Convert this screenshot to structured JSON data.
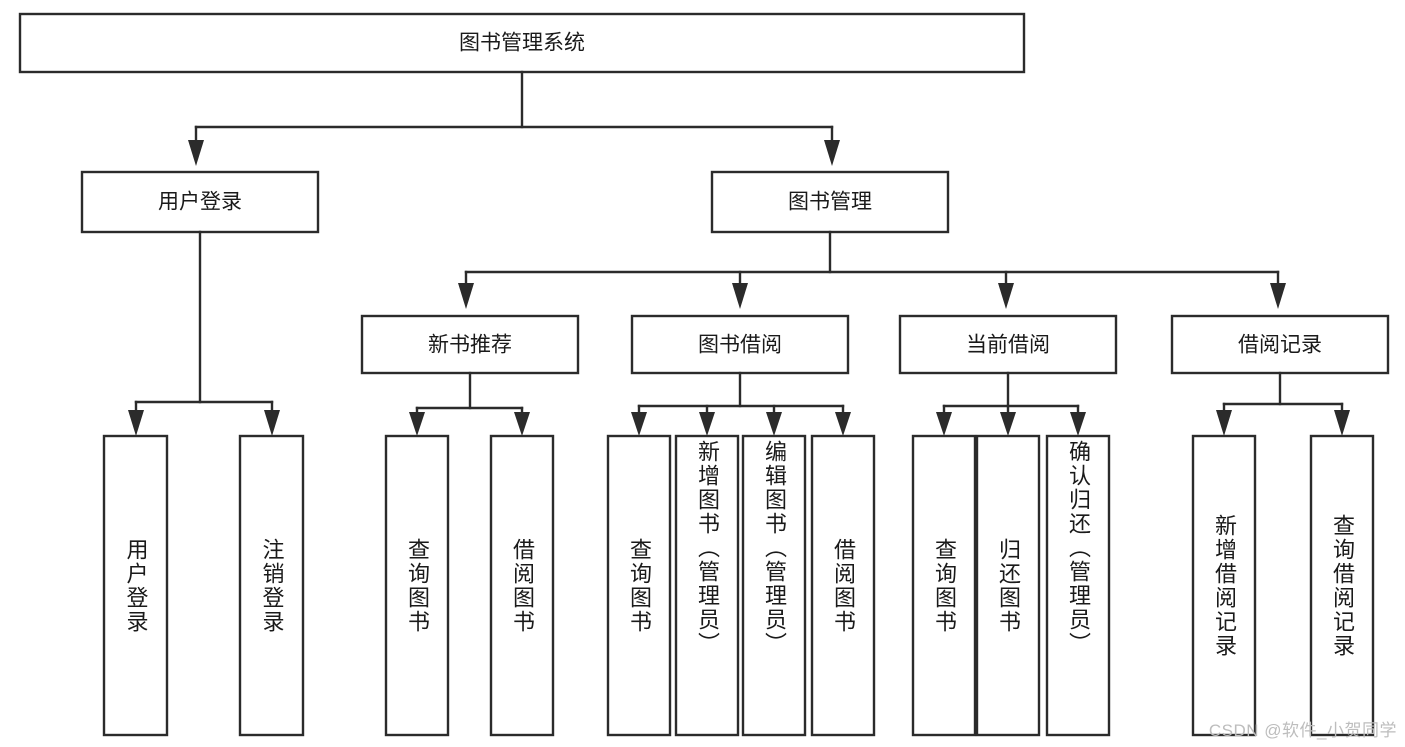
{
  "diagram": {
    "title": "图书管理系统",
    "type": "tree-hierarchy",
    "watermark": "CSDN @软件_小贺同学",
    "colors": {
      "stroke": "#2b2b2b",
      "fill": "#ffffff",
      "text": "#1a1a1a",
      "watermark": "#bdbdbd"
    },
    "root": {
      "label": "图书管理系统"
    },
    "level2": [
      {
        "id": "user-login",
        "label": "用户登录"
      },
      {
        "id": "book-management",
        "label": "图书管理"
      }
    ],
    "level3": [
      {
        "id": "new-book-recommend",
        "label": "新书推荐",
        "parent": "book-management"
      },
      {
        "id": "book-borrow",
        "label": "图书借阅",
        "parent": "book-management"
      },
      {
        "id": "current-borrow",
        "label": "当前借阅",
        "parent": "book-management"
      },
      {
        "id": "borrow-record",
        "label": "借阅记录",
        "parent": "book-management"
      }
    ],
    "leaves": [
      {
        "id": "leaf-user-login",
        "label": "用户登录",
        "parent": "user-login"
      },
      {
        "id": "leaf-user-logout",
        "label": "注销登录",
        "parent": "user-login"
      },
      {
        "id": "leaf-query-book-1",
        "label": "查询图书",
        "parent": "new-book-recommend"
      },
      {
        "id": "leaf-borrow-book-1",
        "label": "借阅图书",
        "parent": "new-book-recommend"
      },
      {
        "id": "leaf-query-book-2",
        "label": "查询图书",
        "parent": "book-borrow"
      },
      {
        "id": "leaf-add-book",
        "label": "新增图书（管理员）",
        "parent": "book-borrow"
      },
      {
        "id": "leaf-edit-book",
        "label": "编辑图书（管理员）",
        "parent": "book-borrow"
      },
      {
        "id": "leaf-borrow-book-2",
        "label": "借阅图书",
        "parent": "book-borrow"
      },
      {
        "id": "leaf-query-book-3",
        "label": "查询图书",
        "parent": "current-borrow"
      },
      {
        "id": "leaf-return-book",
        "label": "归还图书",
        "parent": "current-borrow"
      },
      {
        "id": "leaf-confirm-return",
        "label": "确认归还（管理员）",
        "parent": "current-borrow"
      },
      {
        "id": "leaf-add-record",
        "label": "新增借阅记录",
        "parent": "borrow-record"
      },
      {
        "id": "leaf-query-record",
        "label": "查询借阅记录",
        "parent": "borrow-record"
      }
    ]
  }
}
